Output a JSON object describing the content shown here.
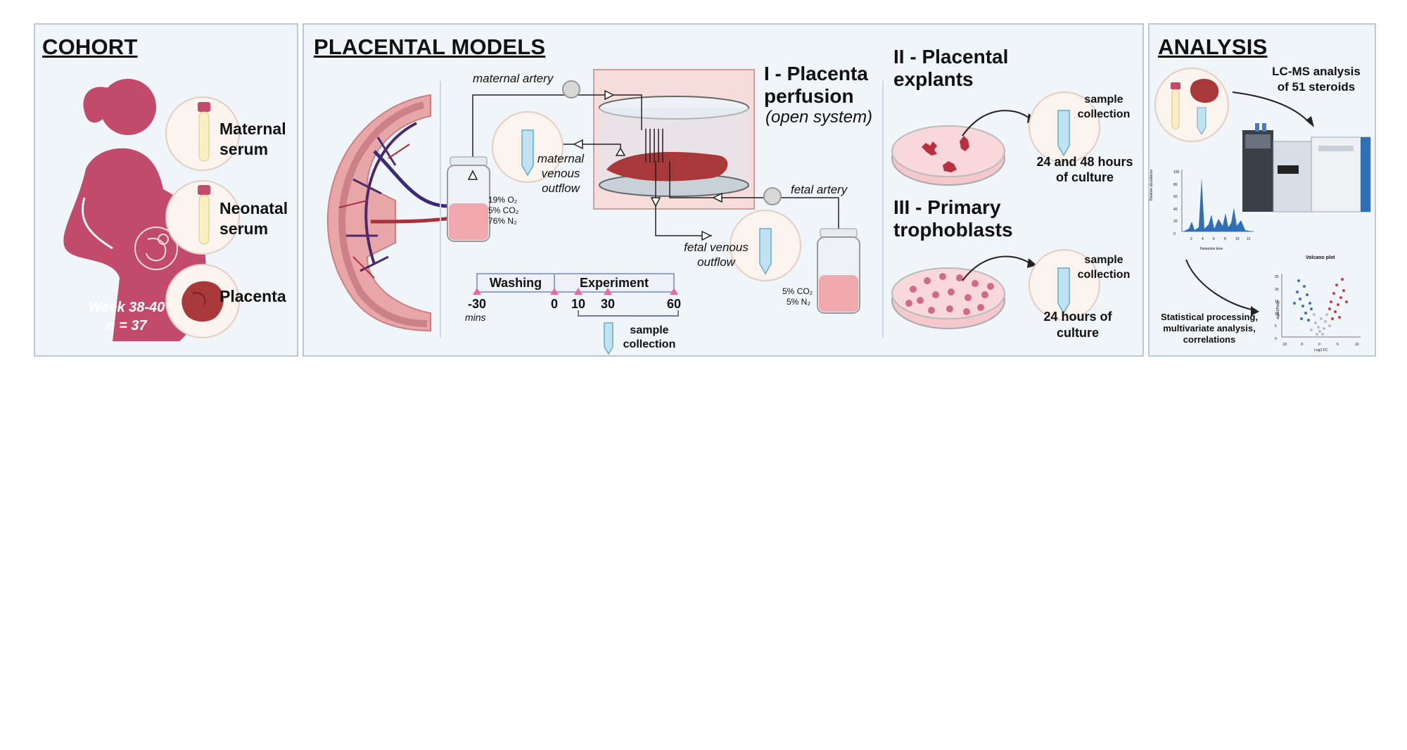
{
  "colors": {
    "panel_bg": "#f0f5fa",
    "panel_border": "#b9c9db",
    "maternal": "#c24a6a",
    "tissue": "#a8383a",
    "tube": "#bfe3f2",
    "dish": "#f4c8cc"
  },
  "cohort": {
    "title": "COHORT",
    "samples": [
      "Maternal serum",
      "Neonatal serum",
      "Placenta"
    ],
    "maternal": [
      "Maternal",
      "serum"
    ],
    "neonatal": [
      "Neonatal",
      "serum"
    ],
    "placenta": "Placenta",
    "week": "Week 38-40",
    "n": "n = 37"
  },
  "models": {
    "title": "PLACENTAL MODELS",
    "perfusion": {
      "title_line1": "I - Placenta",
      "title_line2": "perfusion",
      "subtitle": "(open system)",
      "maternal_artery": "maternal artery",
      "maternal_venous": [
        "maternal",
        "venous",
        "outflow"
      ],
      "fetal_artery": "fetal artery",
      "fetal_venous": [
        "fetal venous",
        "outflow"
      ],
      "maternal_gas": [
        "19% O₂",
        "5% CO₂",
        "76% N₂"
      ],
      "fetal_gas": [
        "5% CO₂",
        "5% N₂"
      ]
    },
    "timeline": {
      "phases": [
        "Washing",
        "Experiment"
      ],
      "ticks": [
        "-30",
        "0",
        "10",
        "30",
        "60"
      ],
      "unit": "mins",
      "sample_collection": [
        "sample",
        "collection"
      ]
    },
    "explants": {
      "title_line1": "II - Placental",
      "title_line2": "explants",
      "sample_collection": [
        "sample",
        "collection"
      ],
      "culture": [
        "24 and 48 hours",
        "of culture"
      ]
    },
    "trophoblasts": {
      "title_line1": "III - Primary",
      "title_line2": "trophoblasts",
      "sample_collection": [
        "sample",
        "collection"
      ],
      "culture": [
        "24 hours of",
        "culture"
      ]
    }
  },
  "analysis": {
    "title": "ANALYSIS",
    "lcms": [
      "LC-MS analysis",
      "of 51 steroids"
    ],
    "stats": [
      "Statistical processing,",
      "multivariate analysis,",
      "correlations"
    ],
    "chromatogram": {
      "ylabel": "Relative abundance",
      "xlabel": "Retention time",
      "yticks": [
        "100",
        "80",
        "60",
        "40",
        "20",
        "0"
      ],
      "xticks": [
        "2",
        "4",
        "6",
        "8",
        "10",
        "12"
      ]
    },
    "volcano": {
      "title": "Volcano plot",
      "xlabel": "Log2 FC",
      "ylabel": "-log10(Padj)",
      "xticks": [
        "-10",
        "-5",
        "0",
        "5",
        "10"
      ],
      "yticks": [
        "25",
        "20",
        "15",
        "10",
        "5",
        "0"
      ]
    }
  }
}
